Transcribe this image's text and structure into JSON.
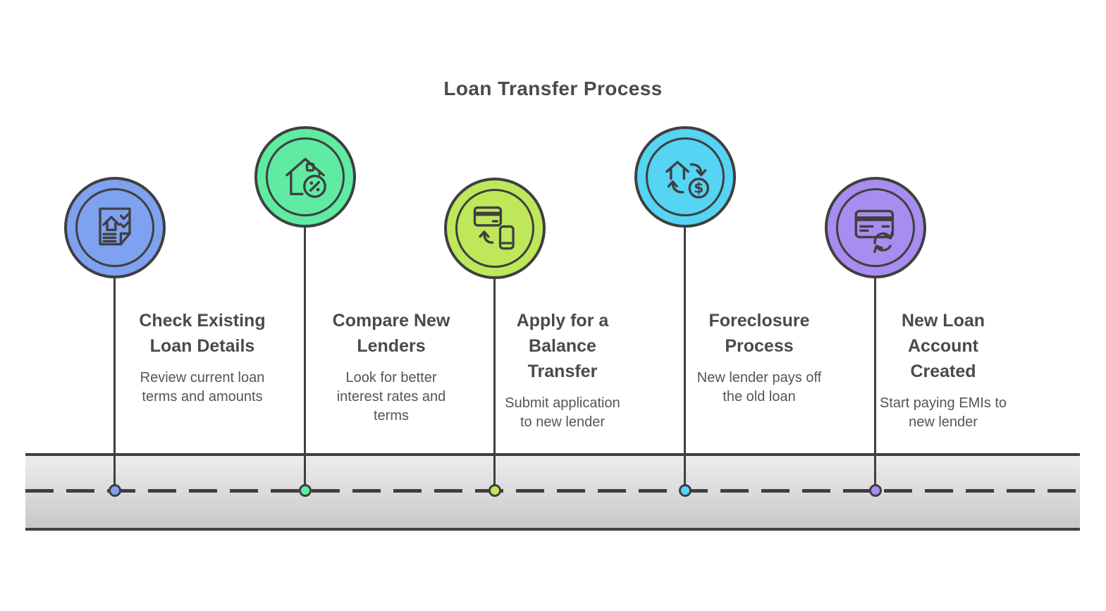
{
  "title": "Loan Transfer Process",
  "colors": {
    "outline": "#3F3F3F",
    "title_text": "#4A4A4A",
    "desc_text": "#555555",
    "road_top": "#EDEDED",
    "road_bottom": "#C6C7C8"
  },
  "steps": [
    {
      "title": "Check Existing\nLoan Details",
      "description": "Review current loan\nterms and amounts",
      "color": "#7EA1F0",
      "icon": "loan-document-checklist-icon"
    },
    {
      "title": "Compare New\nLenders",
      "description": "Look for better\ninterest rates and\nterms",
      "color": "#5FEBA1",
      "icon": "house-interest-rate-icon"
    },
    {
      "title": "Apply for a\nBalance\nTransfer",
      "description": "Submit application\nto new lender",
      "color": "#BEE85A",
      "icon": "card-to-phone-transfer-icon"
    },
    {
      "title": "Foreclosure\nProcess",
      "description": "New lender pays off\nthe old loan",
      "color": "#55D4F4",
      "icon": "house-money-exchange-icon"
    },
    {
      "title": "New Loan\nAccount\nCreated",
      "description": "Start paying EMIs to\nnew lender",
      "color": "#A98CEF",
      "icon": "card-renewal-icon"
    }
  ]
}
